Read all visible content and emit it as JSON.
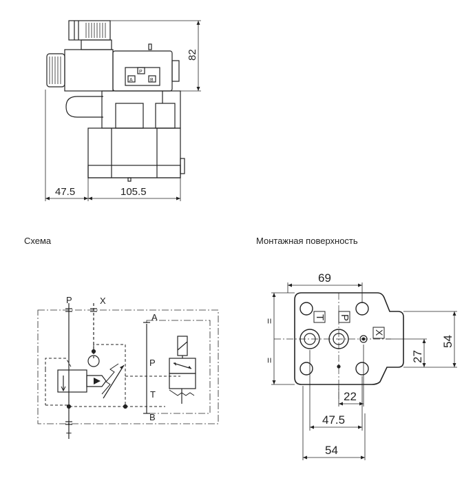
{
  "valve_drawing": {
    "dim_height": "82",
    "dim_left": "47.5",
    "dim_width": "105.5",
    "face_label_a": "A",
    "face_label_p": "P",
    "face_label_b": "B"
  },
  "schema": {
    "title": "Схема",
    "port_p_top": "P",
    "port_x": "X",
    "port_a": "A",
    "port_p": "P",
    "port_t": "T",
    "port_b": "B",
    "port_t_bottom": "T"
  },
  "mounting": {
    "title": "Монтажная поверхность",
    "dim_69": "69",
    "dim_54_vertical": "54",
    "dim_27": "27",
    "dim_22": "22",
    "dim_47_5": "47.5",
    "dim_54_bottom": "54",
    "marker_1": "=",
    "marker_2": "=",
    "port_t_letter": "T",
    "port_p_letter": "P",
    "port_x_letter": "X"
  },
  "colors": {
    "line": "#222222",
    "background": "#ffffff"
  }
}
